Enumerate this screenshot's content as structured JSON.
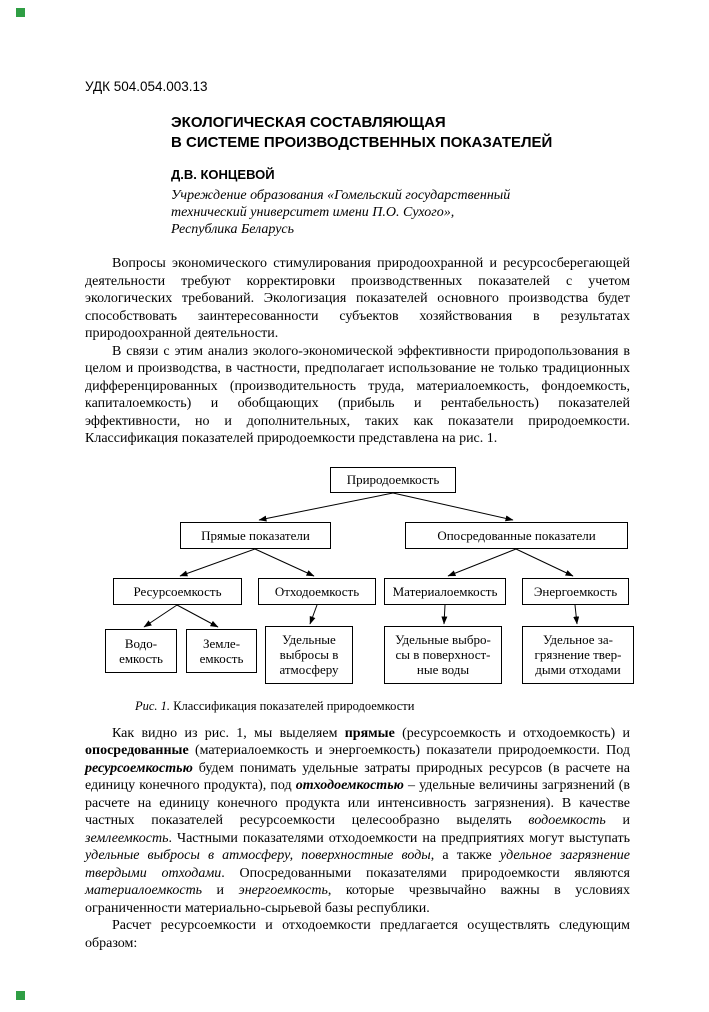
{
  "page_markers": {
    "color": "#2f9e44"
  },
  "header": {
    "udc": "УДК 504.054.003.13",
    "title_lines": [
      "ЭКОЛОГИЧЕСКАЯ СОСТАВЛЯЮЩАЯ",
      "В СИСТЕМЕ ПРОИЗВОДСТВЕННЫХ ПОКАЗАТЕЛЕЙ"
    ],
    "author": "Д.В. КОНЦЕВОЙ",
    "affiliation_lines": [
      "Учреждение образования «Гомельский государственный",
      "технический университет имени П.О. Сухого»,",
      "Республика Беларусь"
    ]
  },
  "body": {
    "p1": "Вопросы экономического стимулирования природоохранной и ресурсосберегающей деятельности требуют корректировки производственных показателей с учетом экологических требований. Экологизация показателей основного производства будет способствовать заинтересованности субъектов хозяйствования в результатах природоохранной деятельности.",
    "p2": "В связи с этим анализ эколого-экономической эффективности природопользования в целом и производства, в частности, предполагает использование не только традиционных дифференцированных (производительность труда, материалоемкость, фондоемкость, капиталоемкость) и обобщающих (прибыль и рентабельность) показателей эффективности, но и дополнительных, таких как показатели природоемкости. Классификация показателей природоемкости представлена на рис. 1.",
    "p3": [
      {
        "t": "Как видно из рис. 1, мы выделяем "
      },
      {
        "t": "прямые",
        "b": true
      },
      {
        "t": " (ресурсоемкость и отходоемкость) и "
      },
      {
        "t": "опосредованные",
        "b": true
      },
      {
        "t": " (материалоемкость и энергоемкость) показатели природоемкости. Под "
      },
      {
        "t": "ресурсоемкостью",
        "b": true,
        "i": true
      },
      {
        "t": " будем понимать удельные затраты природных ресурсов (в расчете на единицу конечного продукта), под "
      },
      {
        "t": "отходоемкостью",
        "b": true,
        "i": true
      },
      {
        "t": " – удельные величины загрязнений (в расчете на единицу конечного продукта или интенсивность загрязнения). В качестве частных показателей ресурсоемкости целесообразно выделять "
      },
      {
        "t": "водоемкость",
        "i": true
      },
      {
        "t": " и "
      },
      {
        "t": "землеемкость",
        "i": true
      },
      {
        "t": ". Частными показателями отходоемкости на предприятиях могут выступать "
      },
      {
        "t": "удельные выбросы в атмосферу, поверхностные воды",
        "i": true
      },
      {
        "t": ", а также "
      },
      {
        "t": "удельное загрязнение твердыми отходами",
        "i": true
      },
      {
        "t": ". Опосредованными показателями природоемкости являются "
      },
      {
        "t": "материалоемкость",
        "i": true
      },
      {
        "t": " и "
      },
      {
        "t": "энергоемкость",
        "i": true
      },
      {
        "t": ", которые чрезвычайно важны в условиях ограниченности материально-сырьевой базы республики."
      }
    ],
    "p4": "Расчет ресурсоемкости и отходоемкости предлагается осуществлять следующим образом:"
  },
  "figure": {
    "caption_prefix": "Рис. 1.",
    "caption_text": " Классификация показателей природоемкости",
    "nodes": {
      "root": "Природоемкость",
      "direct": "Прямые показатели",
      "indirect": "Опосредованные показатели",
      "resource": "Ресурсоемкость",
      "waste": "Отходоемкость",
      "material": "Материалоемкость",
      "energy": "Энергоемкость",
      "water": "Водо-\nемкость",
      "land": "Земле-\nемкость",
      "air": "Удельные\nвыбросы в\nатмосферу",
      "surface": "Удельные выбро-\nсы в поверхност-\nные воды",
      "solid": "Удельное за-\nгрязнение твер-\nдыми отходами"
    }
  }
}
